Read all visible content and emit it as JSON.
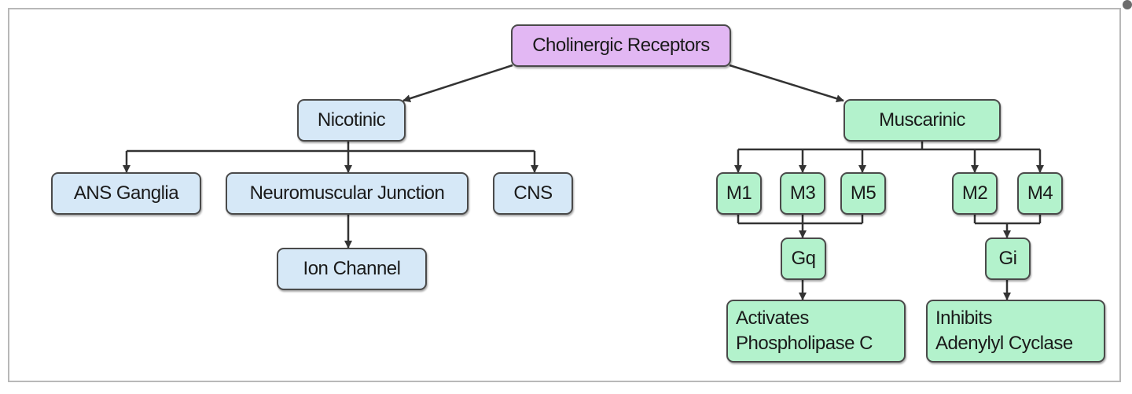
{
  "colors": {
    "root_fill": "#e2b7f3",
    "nicotinic_fill": "#d6e8f7",
    "muscarinic_fill": "#b3f2cc",
    "border": "#4a4a4a",
    "connector": "#333333"
  },
  "diagram": {
    "root": "Cholinergic Receptors",
    "nicotinic": {
      "label": "Nicotinic",
      "children": [
        "ANS Ganglia",
        "Neuromuscular Junction",
        "CNS"
      ],
      "nmj_child": "Ion Channel"
    },
    "muscarinic": {
      "label": "Muscarinic",
      "subtypes": [
        "M1",
        "M3",
        "M5",
        "M2",
        "M4"
      ],
      "gq": "Gq",
      "gi": "Gi",
      "gq_effect": [
        "Activates",
        "Phospholipase C"
      ],
      "gi_effect": [
        "Inhibits",
        "Adenylyl Cyclase"
      ]
    }
  }
}
